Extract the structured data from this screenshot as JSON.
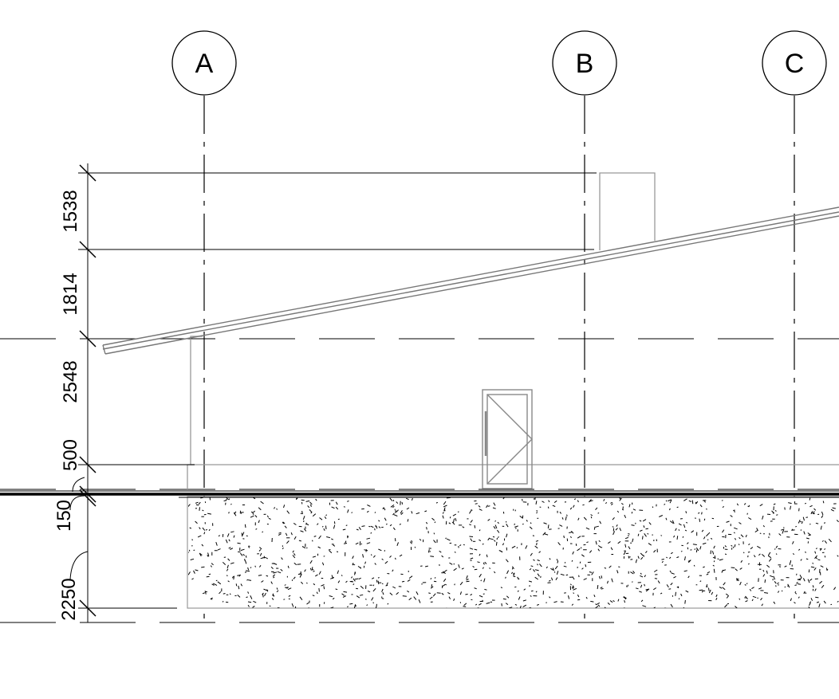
{
  "gridlines": [
    {
      "id": "a",
      "label": "A"
    },
    {
      "id": "b",
      "label": "B"
    },
    {
      "id": "c",
      "label": "C"
    }
  ],
  "dimensions": [
    {
      "id": "1538",
      "value": "1538"
    },
    {
      "id": "1814",
      "value": "1814"
    },
    {
      "id": "2548",
      "value": "2548"
    },
    {
      "id": "500",
      "value": "500"
    },
    {
      "id": "150",
      "value": "150"
    },
    {
      "id": "2250",
      "value": "2250"
    }
  ]
}
